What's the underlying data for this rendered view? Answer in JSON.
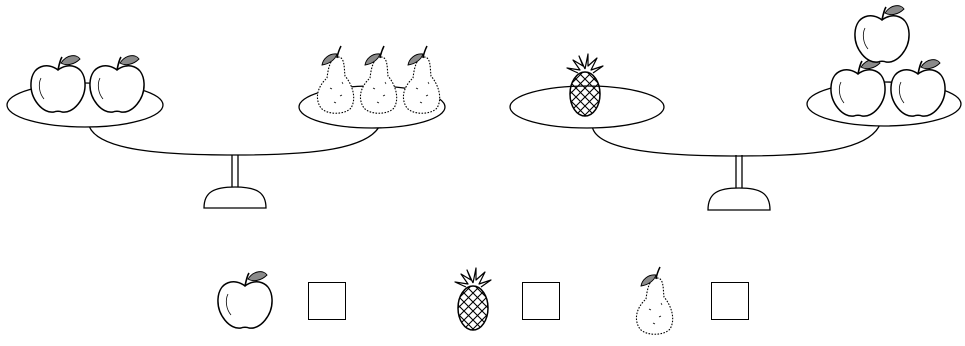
{
  "colors": {
    "ink": "#000000",
    "background": "#ffffff",
    "leaf": "#888888"
  },
  "scales": [
    {
      "left_pan": {
        "fruit": "apple-icon",
        "count": 2
      },
      "right_pan": {
        "fruit": "pear-icon",
        "count": 3
      }
    },
    {
      "left_pan": {
        "fruit": "pineapple-icon",
        "count": 1
      },
      "right_pan": {
        "fruit": "apple-icon",
        "count": 3
      }
    }
  ],
  "answer_row": [
    {
      "fruit": "apple-icon",
      "answer": ""
    },
    {
      "fruit": "pineapple-icon",
      "answer": ""
    },
    {
      "fruit": "pear-icon",
      "answer": ""
    }
  ]
}
